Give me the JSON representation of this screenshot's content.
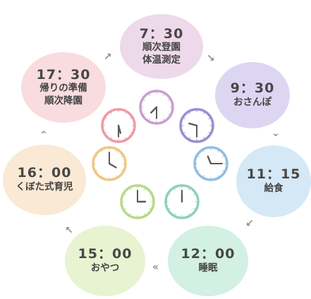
{
  "schedule": [
    {
      "time": "7：30",
      "lines": [
        "順次登園",
        "体温測定"
      ],
      "color": "#eed9ea"
    },
    {
      "time": "9：30",
      "lines": [
        "おさんぽ"
      ],
      "color": "#ddd6f2"
    },
    {
      "time": "11：15",
      "lines": [
        "給食"
      ],
      "color": "#d4e9f5"
    },
    {
      "time": "12：00",
      "lines": [
        "睡眠"
      ],
      "color": "#d2f0e3"
    },
    {
      "time": "15：00",
      "lines": [
        "おやつ"
      ],
      "color": "#e8f3d1"
    },
    {
      "time": "16：00",
      "lines": [
        "くぼた式育児"
      ],
      "color": "#fae9d4"
    },
    {
      "time": "17：30",
      "lines": [
        "帰りの準備",
        "順次降園"
      ],
      "color": "#f9dcdf"
    }
  ],
  "arrow_glyphs": {
    "a1": "↗",
    "a2": "↘",
    "a3": "⌄",
    "a4": "↙",
    "a5": "«",
    "a6": "↖",
    "a7": "⌃"
  },
  "clocks": [
    {
      "h": 7,
      "m": 30,
      "ring": "#c8a0cf"
    },
    {
      "h": 9,
      "m": 30,
      "ring": "#9a8fd0"
    },
    {
      "h": 11,
      "m": 15,
      "ring": "#8fbfe4"
    },
    {
      "h": 12,
      "m": 0,
      "ring": "#8fd0c1"
    },
    {
      "h": 15,
      "m": 0,
      "ring": "#b8d98a"
    },
    {
      "h": 16,
      "m": 0,
      "ring": "#efc685"
    },
    {
      "h": 17,
      "m": 30,
      "ring": "#ee9aa5"
    }
  ]
}
